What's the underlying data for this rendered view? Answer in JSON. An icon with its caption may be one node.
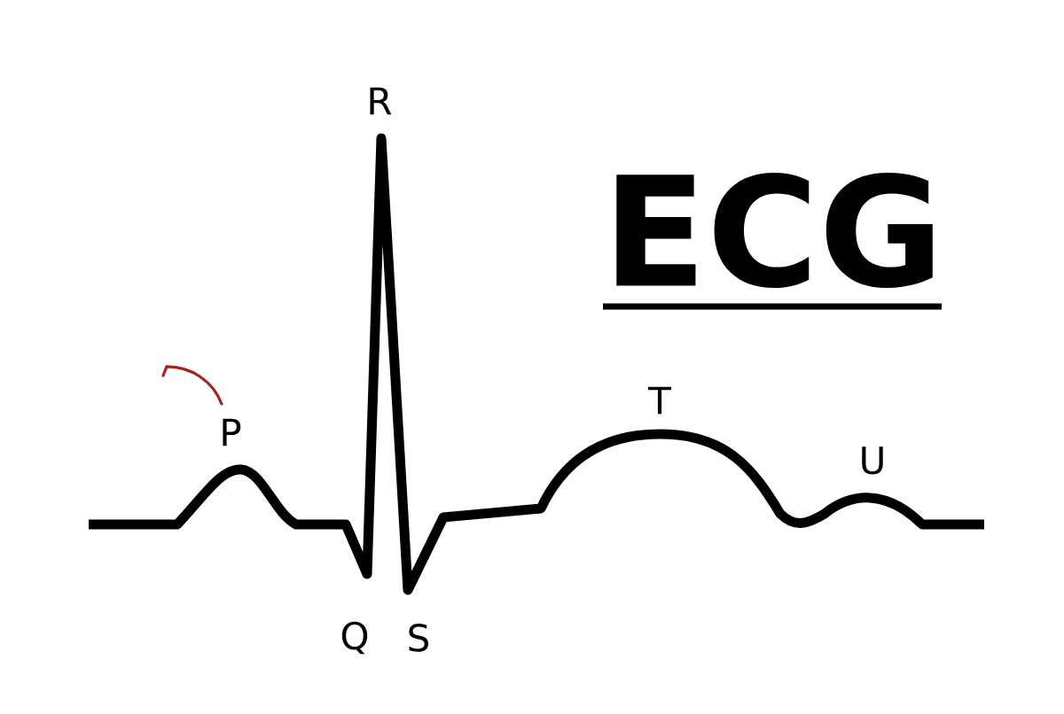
{
  "diagram": {
    "title": "ECG",
    "labels": [
      "R",
      "P",
      "T",
      "U",
      "Q",
      "S"
    ]
  }
}
